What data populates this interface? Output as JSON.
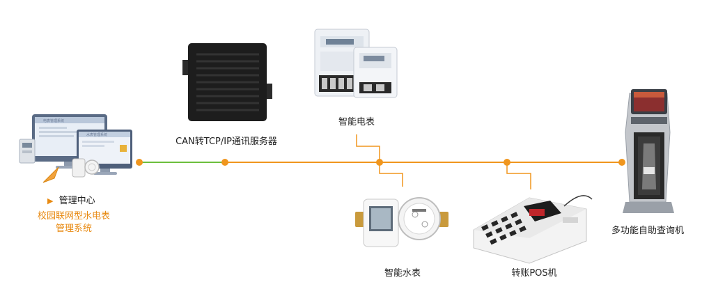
{
  "nodes": {
    "management_center": {
      "label": "管理中心",
      "system_line1": "校园联网型水电表",
      "system_line2": "管理系统"
    },
    "can_server": {
      "label": "CAN转TCP/IP通讯服务器"
    },
    "smart_meter": {
      "label": "智能电表"
    },
    "water_meter": {
      "label": "智能水表"
    },
    "pos_machine": {
      "label": "转账POS机"
    },
    "kiosk": {
      "label": "多功能自助查询机"
    }
  },
  "screens": {
    "monitor_back": "电表管理系统",
    "monitor_front": "水表管理系统"
  },
  "colors": {
    "bus_orange": "#f0961e",
    "bus_green": "#6cbf3c",
    "accent_orange": "#e88a12",
    "device_black": "#1d1d1d"
  }
}
